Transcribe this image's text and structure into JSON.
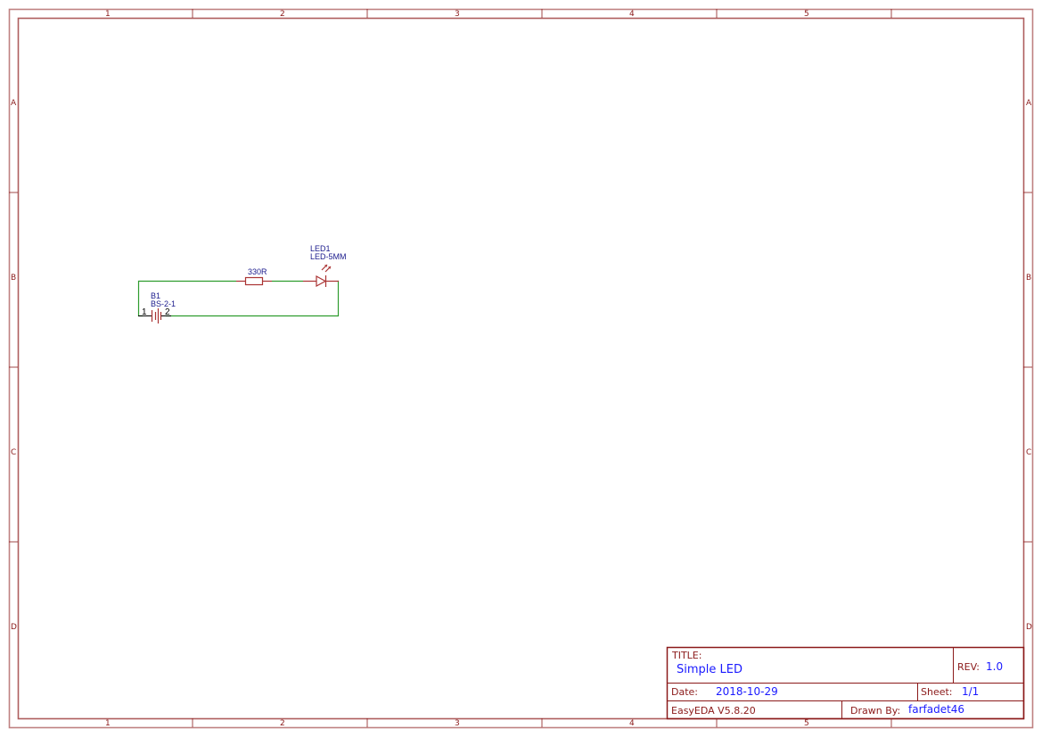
{
  "sheet": {
    "columns": [
      "1",
      "2",
      "3",
      "4",
      "5"
    ],
    "rows": [
      "A",
      "B",
      "C",
      "D"
    ],
    "colors": {
      "frame": "#8b1a1a",
      "wire": "#2e9c2e",
      "component": "#aa3333",
      "designator": "#1a1a8c",
      "value_text": "#1a1aff"
    }
  },
  "components": {
    "resistor": {
      "value": "330R"
    },
    "led": {
      "designator": "LED1",
      "package": "LED-5MM"
    },
    "battery": {
      "designator": "B1",
      "package": "BS-2-1",
      "pin1": "1",
      "pin2": "2"
    }
  },
  "title_block": {
    "title_label": "TITLE:",
    "title": "Simple LED",
    "rev_label": "REV:",
    "rev": "1.0",
    "date_label": "Date:",
    "date": "2018-10-29",
    "sheet_label": "Sheet:",
    "sheet": "1/1",
    "software": "EasyEDA V5.8.20",
    "drawn_by_label": "Drawn By:",
    "drawn_by": "farfadet46"
  }
}
